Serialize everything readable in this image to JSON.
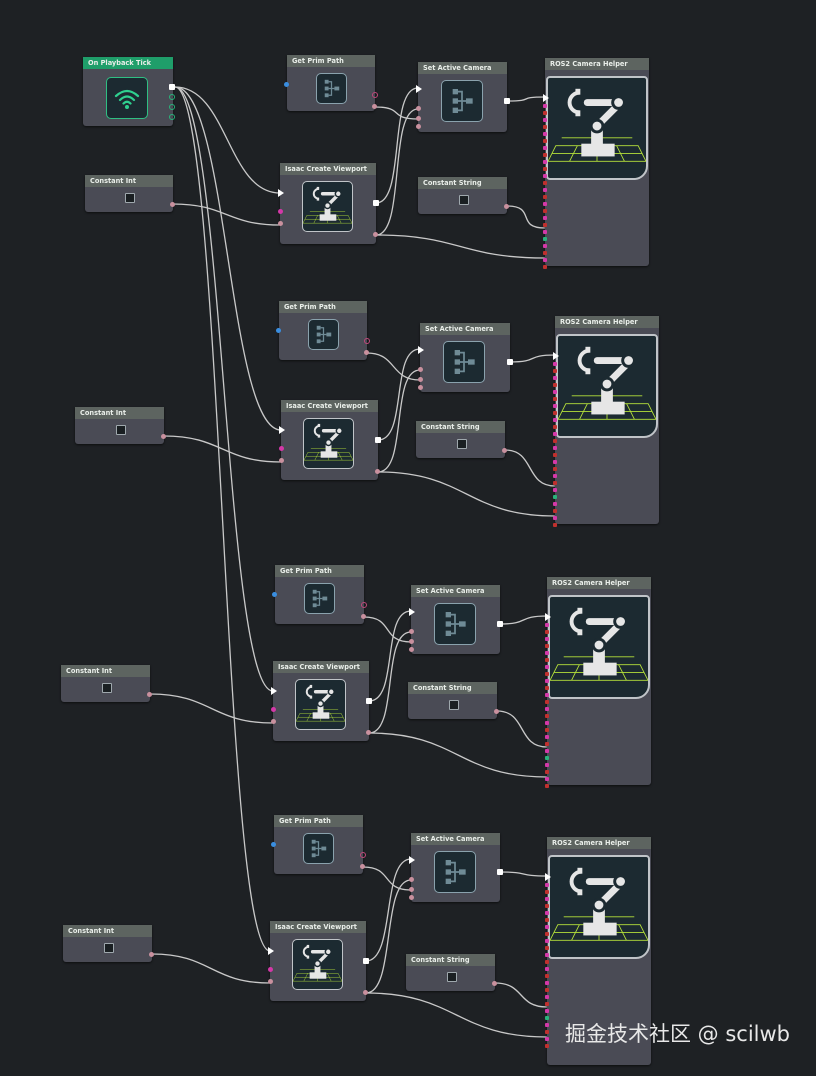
{
  "graph": {
    "tick_node": {
      "title": "On Playback Tick"
    },
    "groups": [
      {
        "get_prim_path": "Get Prim Path",
        "set_active_camera": "Set Active Camera",
        "ros2_camera_helper": "ROS2 Camera Helper",
        "isaac_create_viewport": "Isaac Create Viewport",
        "constant_int": "Constant Int",
        "constant_string": "Constant String"
      },
      {
        "get_prim_path": "Get Prim Path",
        "set_active_camera": "Set Active Camera",
        "ros2_camera_helper": "ROS2 Camera Helper",
        "isaac_create_viewport": "Isaac Create Viewport",
        "constant_int": "Constant Int",
        "constant_string": "Constant String"
      },
      {
        "get_prim_path": "Get Prim Path",
        "set_active_camera": "Set Active Camera",
        "ros2_camera_helper": "ROS2 Camera Helper",
        "isaac_create_viewport": "Isaac Create Viewport",
        "constant_int": "Constant Int",
        "constant_string": "Constant String"
      },
      {
        "get_prim_path": "Get Prim Path",
        "set_active_camera": "Set Active Camera",
        "ros2_camera_helper": "ROS2 Camera Helper",
        "isaac_create_viewport": "Isaac Create Viewport",
        "constant_int": "Constant Int",
        "constant_string": "Constant String"
      }
    ],
    "menu_dots": "•••"
  },
  "watermark": "掘金技术社区 @ scilwb",
  "icons": [
    "wifi-signal-icon",
    "hierarchy-icon",
    "robot-arm-icon",
    "value-icon"
  ],
  "colors": {
    "background": "#1e2124",
    "node_body": "#4a4b55",
    "header_default": "#4e6b60",
    "header_event": "#1f9e6a",
    "wire": "#c9c9c9",
    "pin_out": "#c9909e",
    "pin_magenta": "#d438a8",
    "pin_blue": "#3a8ee0",
    "pin_green": "#29b37a",
    "grid_green": "#b6e23a"
  }
}
